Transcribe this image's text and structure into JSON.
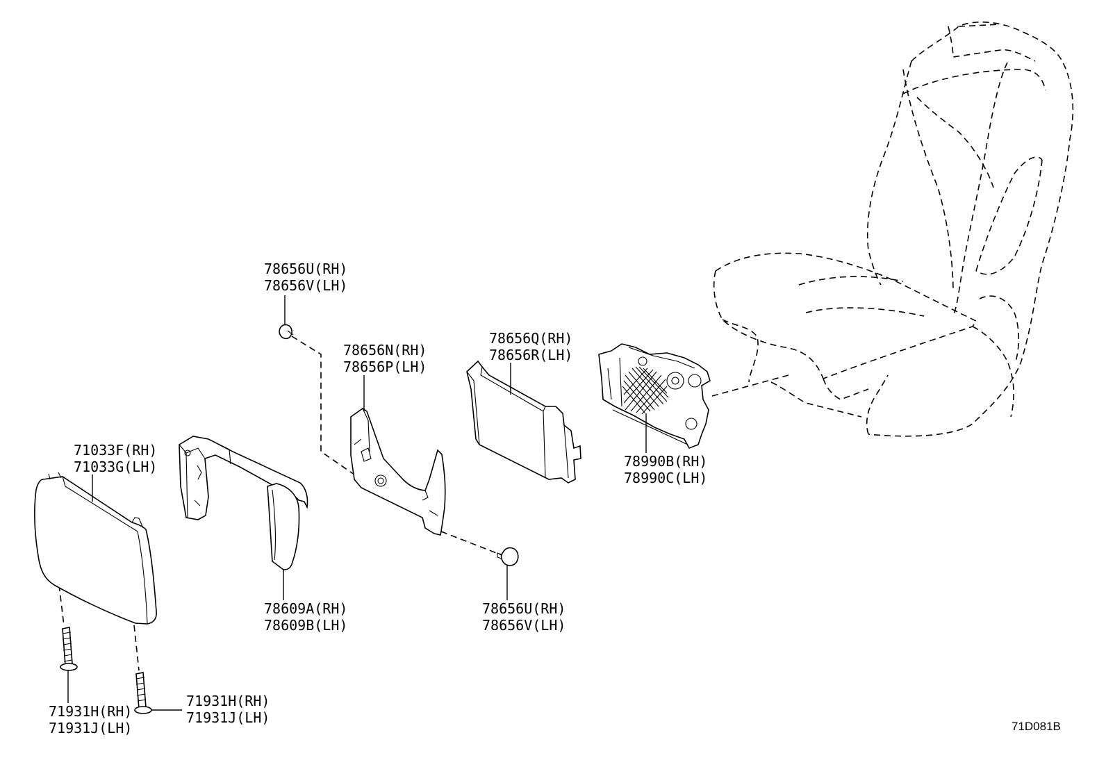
{
  "callouts": {
    "p78656u_top": [
      "78656U(RH)",
      "78656V(LH)"
    ],
    "p78656n": [
      "78656N(RH)",
      "78656P(LH)"
    ],
    "p78656q": [
      "78656Q(RH)",
      "78656R(LH)"
    ],
    "p78990b": [
      "78990B(RH)",
      "78990C(LH)"
    ],
    "p71033f": [
      "71033F(RH)",
      "71033G(LH)"
    ],
    "p78609a": [
      "78609A(RH)",
      "78609B(LH)"
    ],
    "p78656u_bottom": [
      "78656U(RH)",
      "78656V(LH)"
    ],
    "p71931h_left": [
      "71931H(RH)",
      "71931J(LH)"
    ],
    "p71931h_right": [
      "71931H(RH)",
      "71931J(LH)"
    ]
  },
  "figure_code": "71D081B"
}
